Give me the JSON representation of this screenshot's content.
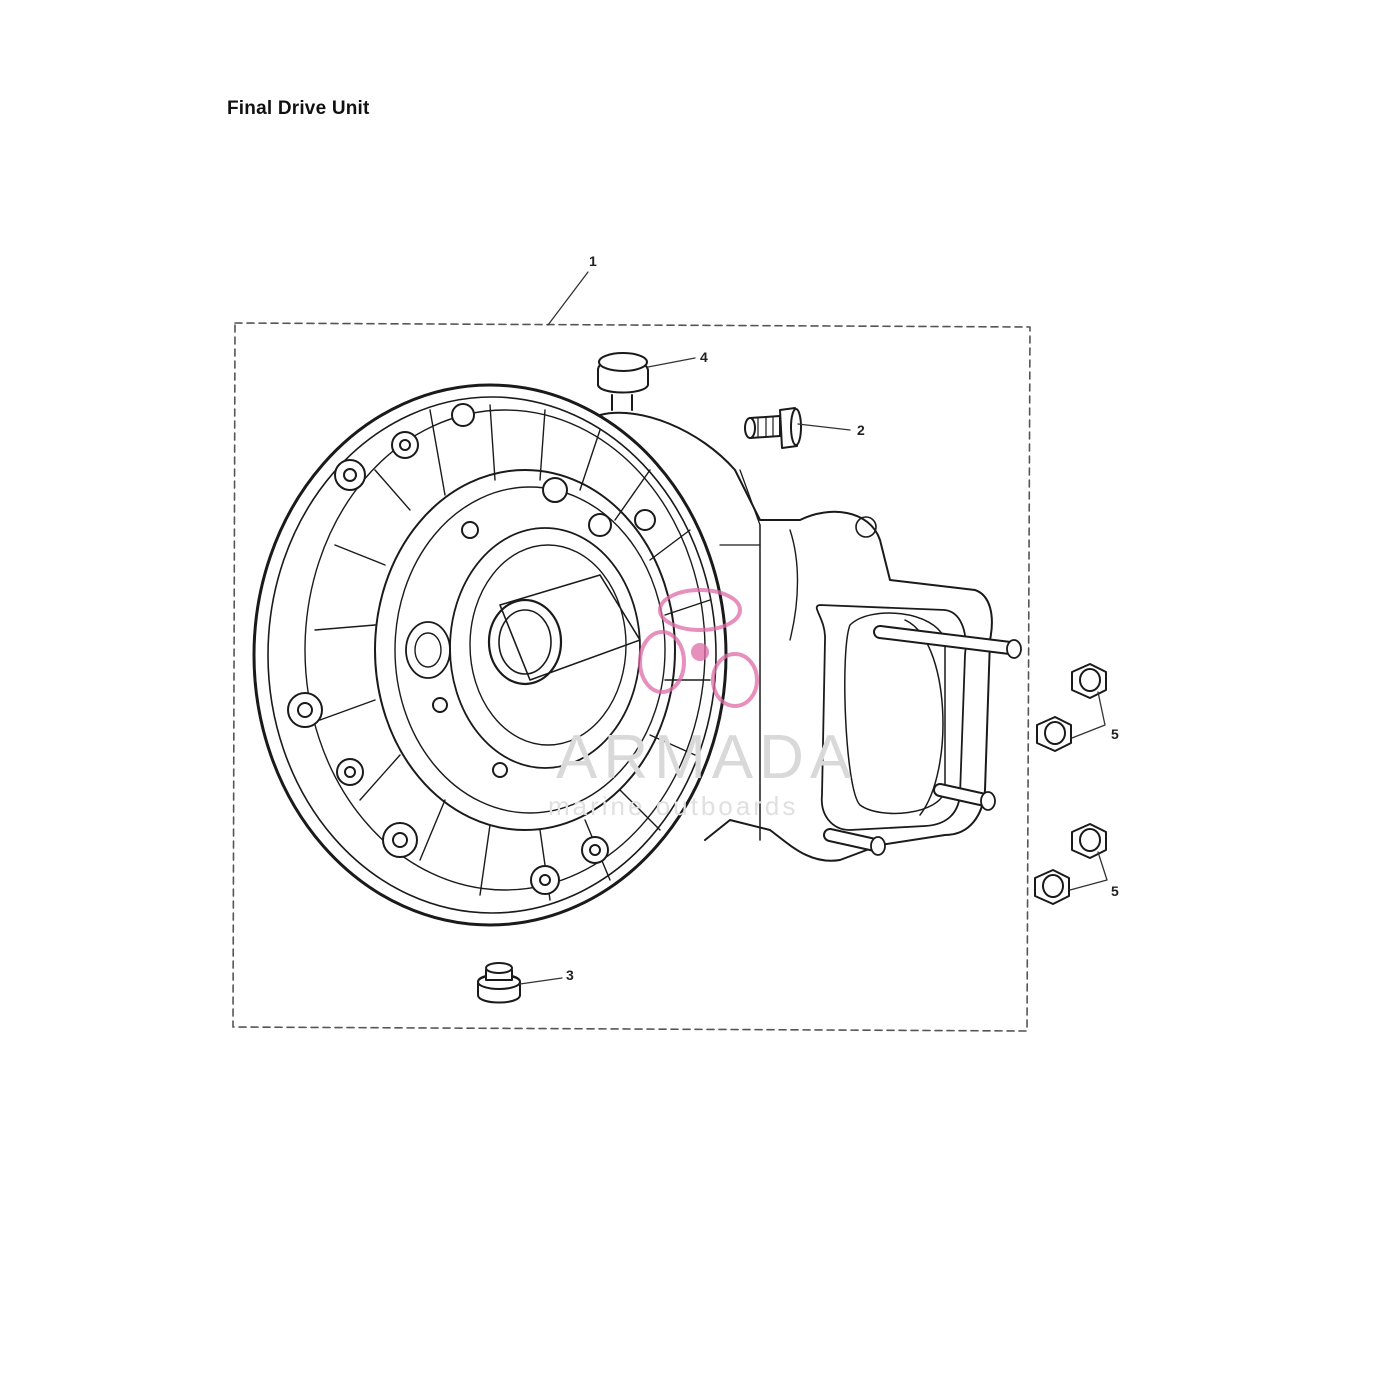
{
  "title": "Final Drive Unit",
  "callouts": [
    {
      "id": "1",
      "label": "1"
    },
    {
      "id": "2",
      "label": "2"
    },
    {
      "id": "3",
      "label": "3"
    },
    {
      "id": "4",
      "label": "4"
    },
    {
      "id": "5a",
      "label": "5"
    },
    {
      "id": "5b",
      "label": "5"
    }
  ],
  "watermark": {
    "main": "ARMADA",
    "sub": "marine outboards",
    "logo_color": "#e06aa8"
  }
}
